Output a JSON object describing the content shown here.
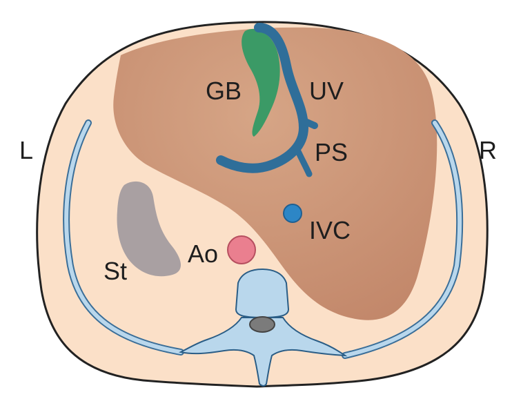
{
  "labels": {
    "gb": "GB",
    "uv": "UV",
    "ps": "PS",
    "ivc": "IVC",
    "ao": "Ao",
    "st": "St",
    "left": "L",
    "right": "R"
  },
  "colors": {
    "background": "#ffffff",
    "body": "#fbe0c8",
    "outline": "#222222",
    "liver": "#c78e6f",
    "gallbladder": "#3b9a66",
    "portal_vein": "#2f6e99",
    "ivc": "#2d86c6",
    "aorta": "#ea7f8f",
    "stomach": "#a9a0a2",
    "bone": "#b9d7ec",
    "spinal_canal": "#7b7b7b"
  }
}
